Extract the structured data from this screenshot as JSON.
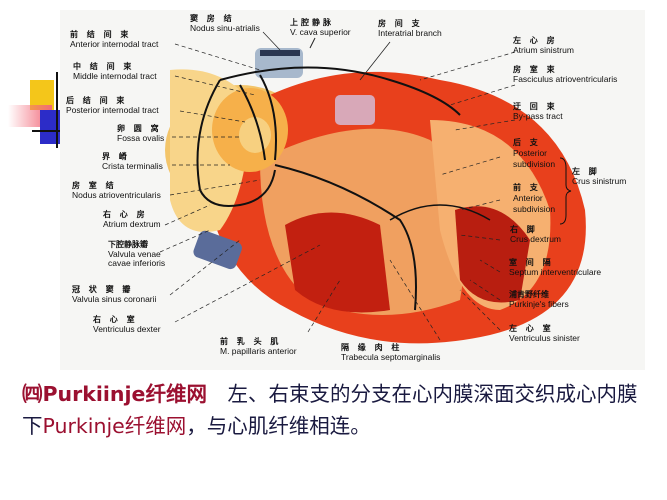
{
  "figure": {
    "labels": {
      "nodus_sinu_atrialis": {
        "cn": "窦 房 结",
        "en": "Nodus sinu-atrialis"
      },
      "v_cava_superior": {
        "cn": "上腔静脉",
        "en": "V. cava superior"
      },
      "interatrial_branch": {
        "cn": "房 间 支",
        "en": "Interatrial branch"
      },
      "anterior_internodal": {
        "cn": "前 结 间 束",
        "en": "Anterior internodal tract"
      },
      "middle_internodal": {
        "cn": "中 结 间 束",
        "en": "Middle internodal tract"
      },
      "posterior_internodal": {
        "cn": "后 结 间 束",
        "en": "Posterior internodal tract"
      },
      "fossa_ovalis": {
        "cn": "卵 圆 窝",
        "en": "Fossa ovalis"
      },
      "crista_terminalis": {
        "cn": "界 嵴",
        "en": "Crista terminalis"
      },
      "nodus_atrioventricularis": {
        "cn": "房 室 结",
        "en": "Nodus atrioventricularis"
      },
      "atrium_dextrum": {
        "cn": "右 心 房",
        "en": "Atrium dextrum"
      },
      "valvula_venae_cavae": {
        "cn": "下腔静脉瓣",
        "en1": "Valvula venae",
        "en2": "cavae inferioris"
      },
      "valvula_sinus_coronarii": {
        "cn": "冠 状 窦 瓣",
        "en": "Valvula sinus coronarii"
      },
      "ventriculus_dexter": {
        "cn": "右 心 室",
        "en": "Ventriculus dexter"
      },
      "m_papillaris_anterior": {
        "cn": "前 乳 头 肌",
        "en": "M. papillaris anterior"
      },
      "trabecula_septomarginalis": {
        "cn": "隔 缘 肉 柱",
        "en": "Trabecula septomarginalis"
      },
      "atrium_sinistrum": {
        "cn": "左 心 房",
        "en": "Atrium sinistrum"
      },
      "fasciculus_atrioventricularis": {
        "cn": "房 室 束",
        "en": "Fasciculus atrioventricularis"
      },
      "by_pass_tract": {
        "cn": "迂 回 束",
        "en": "By-pass tract"
      },
      "posterior_subdivision": {
        "cn": "后   支",
        "en1": "Posterior",
        "en2": "subdivision"
      },
      "anterior_subdivision": {
        "cn": "前   支",
        "en1": "Anterior",
        "en2": "subdivision"
      },
      "crus_sinistrum": {
        "cn": "左   脚",
        "en": "Crus sinistrum"
      },
      "crus_dextrum": {
        "cn": "右   脚",
        "en": "Crus dextrum"
      },
      "septum_interventriculare": {
        "cn": "室 间 隔",
        "en": "Septum interventriculare"
      },
      "purkinje_fibers": {
        "cn": "浦肯野纤维",
        "en": "Purkinje's fibers"
      },
      "ventriculus_sinister": {
        "cn": "左 心 室",
        "en": "Ventriculus sinister"
      }
    }
  },
  "caption": {
    "heading": "㈣Purkiinje纤维网",
    "text1": "　左、右束支的分支在心内膜深面交织成心内膜下",
    "highlight": "Purkinje纤维网",
    "text2": "，与心肌纤维相连。"
  },
  "colors": {
    "heading": "#9b1030",
    "body_text": "#1a1a40"
  }
}
